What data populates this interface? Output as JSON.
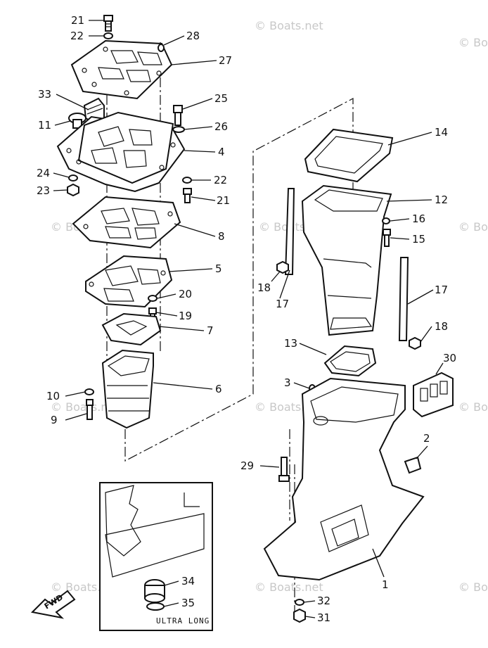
{
  "watermark": "© Boats.net",
  "inset": {
    "caption": "ULTRA LONG"
  },
  "fwd_arrow": {
    "label": "FWD"
  },
  "callouts": [
    "21",
    "22",
    "28",
    "27",
    "33",
    "11",
    "25",
    "26",
    "4",
    "24",
    "23",
    "22",
    "21",
    "8",
    "5",
    "20",
    "19",
    "7",
    "6",
    "10",
    "9",
    "14",
    "12",
    "16",
    "15",
    "18",
    "17",
    "17",
    "18",
    "13",
    "30",
    "3",
    "2",
    "29",
    "1",
    "34",
    "35",
    "32",
    "31"
  ]
}
